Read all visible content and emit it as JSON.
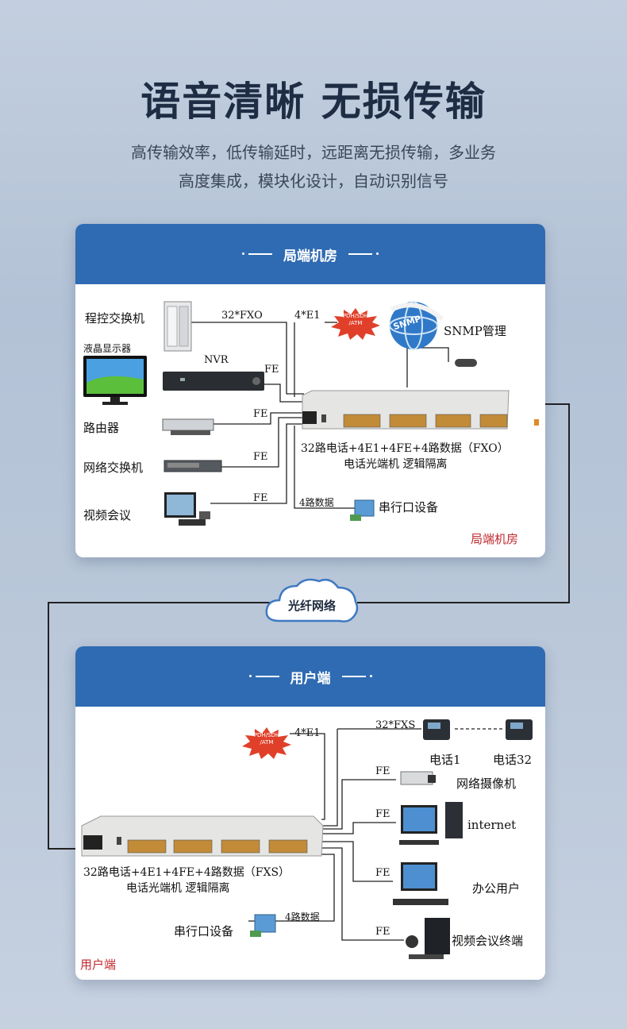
{
  "header": {
    "title": "语音清晰 无损传输",
    "subtitle_line1": "高传输效率，低传输延时，远距离无损传输，多业务",
    "subtitle_line2": "高度集成，模块化设计，自动识别信号"
  },
  "top_card": {
    "heading": "局端机房",
    "devices": {
      "pbx": "程控交换机",
      "lcd": "液晶显示器",
      "nvr": "NVR",
      "router": "路由器",
      "switch": "网络交换机",
      "video_conf": "视频会议",
      "snmp": "SNMP管理",
      "serial": "串行口设备"
    },
    "links": {
      "fxo": "32*FXO",
      "e1": "4*E1",
      "fe1": "FE",
      "fe2": "FE",
      "fe3": "FE",
      "fe4": "FE",
      "data": "4路数据"
    },
    "badge_l1": "PDH/SDH",
    "badge_l2": "/ATM",
    "snmp_globe_text": "SNMP",
    "device_caption1": "32路电话+4E1+4FE+4路数据（FXO）",
    "device_caption2": "电话光端机   逻辑隔离",
    "corner_label": "局端机房"
  },
  "network": {
    "label": "光纤网络"
  },
  "bottom_card": {
    "heading": "用户端",
    "devices": {
      "phone1": "电话1",
      "phone32": "电话32",
      "camera": "网络摄像机",
      "internet": "internet",
      "office": "办公用户",
      "video_term": "视频会议终端",
      "serial": "串行口设备"
    },
    "links": {
      "e1": "4*E1",
      "fxs": "32*FXS",
      "fe1": "FE",
      "fe2": "FE",
      "fe3": "FE",
      "fe4": "FE",
      "data": "4路数据"
    },
    "badge_l1": "PDH/SDH",
    "badge_l2": "/ATM",
    "device_caption1": "32路电话+4E1+4FE+4路数据（FXS）",
    "device_caption2": "电话光端机   逻辑隔离",
    "corner_label": "用户端"
  },
  "colors": {
    "accent": "#2f6bb2",
    "title": "#1f2d44",
    "red_label": "#c0292e"
  }
}
